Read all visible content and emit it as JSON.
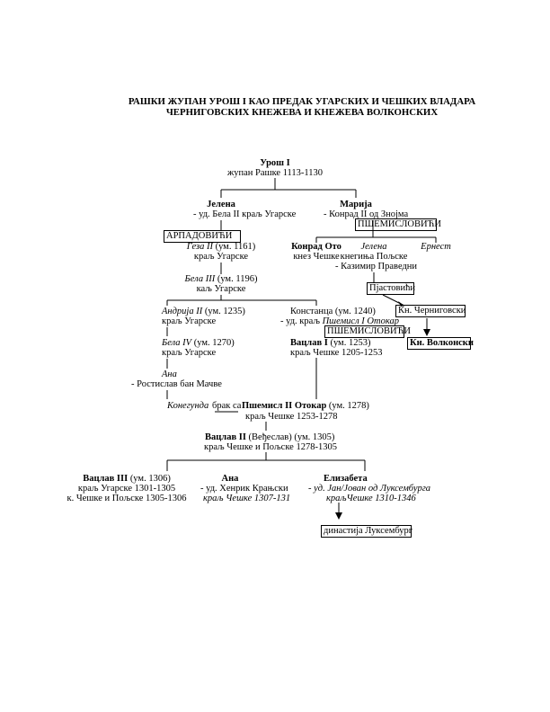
{
  "title": {
    "line1": "РАШКИ ЖУПАН УРОШ I КАО ПРЕДАК УГАРСКИХ И ЧЕШКИХ ВЛАДАРА",
    "line2": "ЧЕРНИГОВСКИХ КНЕЖЕВА И КНЕЖЕВА ВОЛКОНСКИХ"
  },
  "uros": {
    "name": "Урош I",
    "desc": "жупан Рашке 1113-1130"
  },
  "jelena": {
    "name": "Јелена",
    "desc": "- уд. Бела II краљ Угарске"
  },
  "marija": {
    "name": "Марија",
    "desc": "- Конрад II од Знојма"
  },
  "boxes": {
    "arpadovici": "АРПАДОВИЋИ",
    "pshemislovici1": "ПШЕМИСЛОВИЋИ",
    "pjastovici": "Пјастовићи",
    "chernigovski": "Кн. Черниговски",
    "pshemislovici2": "ПШЕМИСЛОВИЋИ",
    "volkonski": "Кн. Волконски",
    "luxemburg": "династија Луксембург"
  },
  "geza": {
    "name": "Геза II",
    "years": " (ум. 1161)",
    "desc": "краљ Угарске"
  },
  "konrad_oto": {
    "name": "Конрад Ото",
    "desc": "кнез Чешке"
  },
  "jelena2": {
    "name": "Јелена",
    "desc1": "кнегиња Пољске",
    "desc2": "- Казимир Праведни"
  },
  "ernest": {
    "name": "Ернест"
  },
  "bela3": {
    "name": "Бела III",
    "years": " (ум. 1196)",
    "desc": "каљ Угарске"
  },
  "andrija": {
    "name": "Андрија II",
    "years": " (ум. 1235)",
    "desc": "краљ Угарске"
  },
  "konstanca": {
    "name": "Констанца (ум. 1240)",
    "desc_prefix": "- уд. краљ ",
    "desc_name": "Пшемисл I Отокар"
  },
  "bela4": {
    "name": "Бела IV",
    "years": " (ум. 1270)",
    "desc": "краљ Угарске"
  },
  "vaclav1": {
    "name": "Вацлав I",
    "years": " (ум. 1253)",
    "desc": "краљ Чешке 1205-1253"
  },
  "ana1": {
    "name": "Ана",
    "desc": "- Ростислав бан Мачве"
  },
  "kunegunda": {
    "name": "Конегунда",
    "brak": "брак са"
  },
  "pshemisl2": {
    "name": "Пшемисл II Отокар",
    "years": " (ум. 1278)",
    "desc": "краљ Чешке 1253-1278"
  },
  "vaclav2": {
    "name": "Вацлав II",
    "alt": " (Веђеслав) (ум. 1305)",
    "desc": "краљ Чешке и Пољске 1278-1305"
  },
  "vaclav3": {
    "name": "Вацлав III",
    "years": "  (ум. 1306)",
    "desc1": "краљ Угарске 1301-1305",
    "desc2": "к. Чешке и Пољске 1305-1306"
  },
  "ana2": {
    "name": "Ана",
    "desc1": "- уд. Хенрик Крањски",
    "desc2": "краљ Чешке 1307-131"
  },
  "elizabeta": {
    "name": "Елизабета",
    "desc1": "- уд. Јан/Јован од Луксембурга",
    "desc2": "краљЧешке 1310-1346"
  }
}
